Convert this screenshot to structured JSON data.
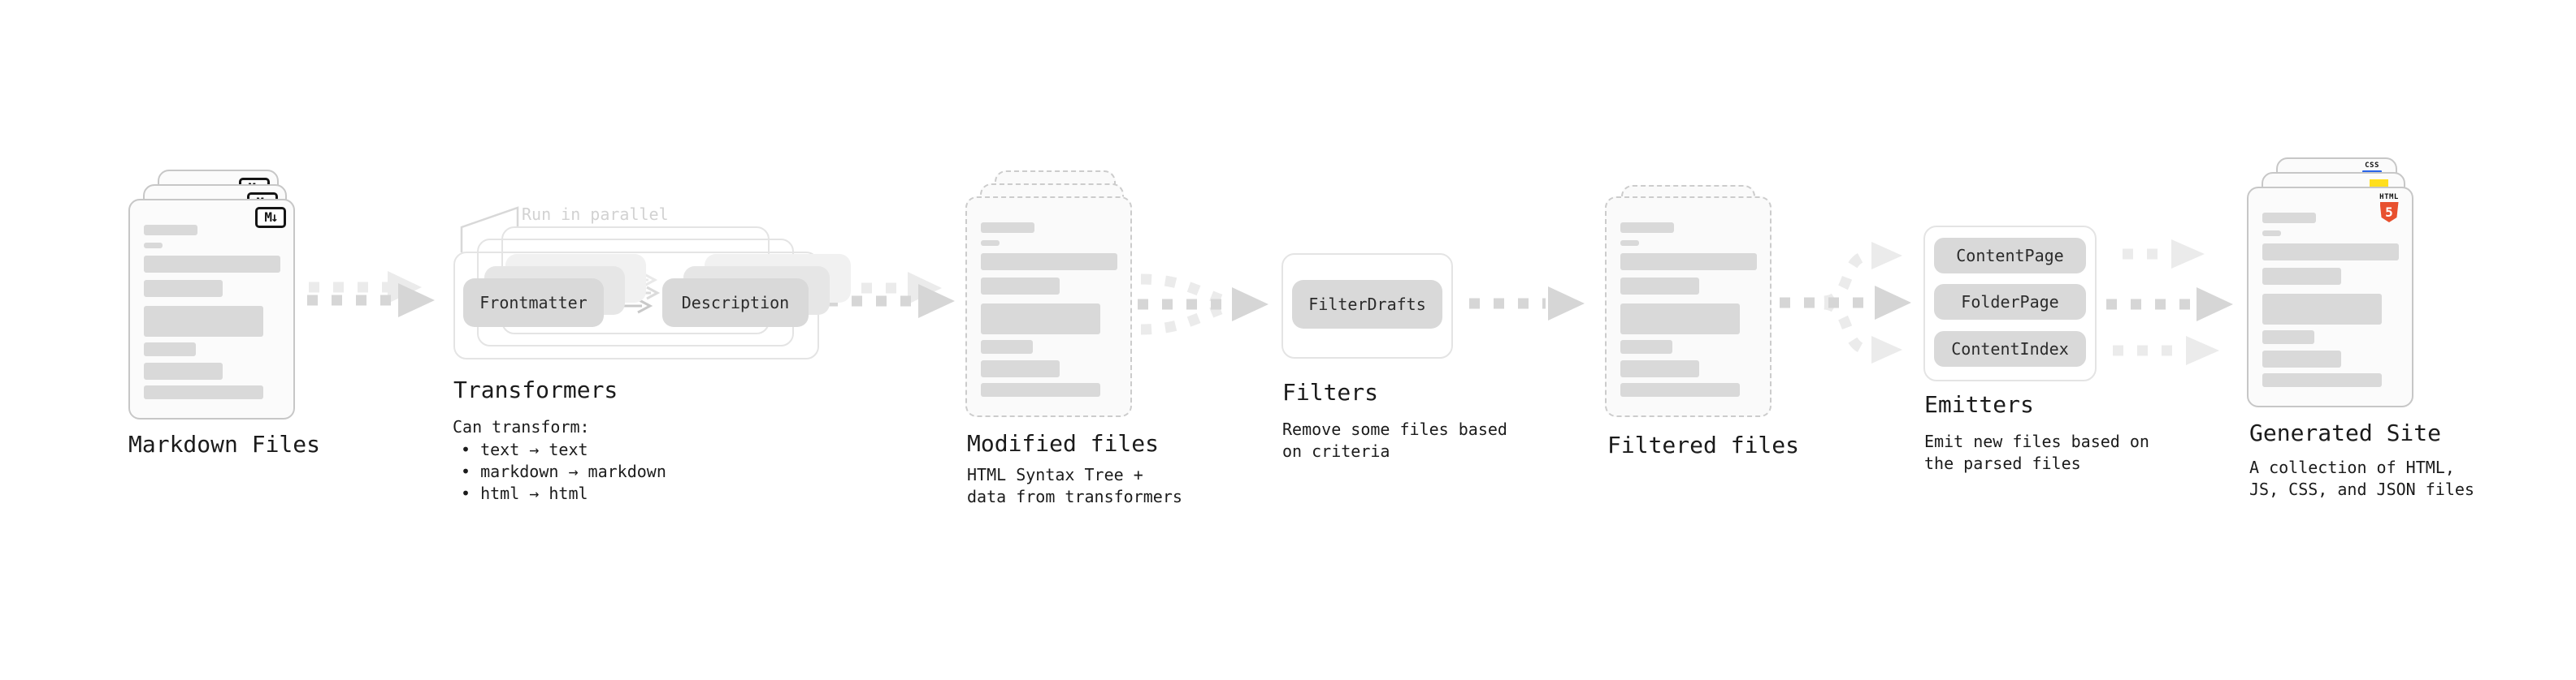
{
  "colors": {
    "background": "#ffffff",
    "card_border": "#c7c7c7",
    "dashed_border": "#cccccc",
    "placeholder_bar": "#d9d9d9",
    "pill_bg": "#d9d9d9",
    "container_border": "#e4e4e4",
    "arrow": "#d6d6d6",
    "arrow_light": "#ebebeb",
    "text": "#1b1b1b",
    "annotation_text": "#d2d2d2",
    "html5_orange": "#e8502e",
    "js_yellow": "#ffdf1e",
    "css_blue": "#2964e8"
  },
  "nodes": {
    "markdown_files": {
      "label": "Markdown Files",
      "icon_label": "M↓"
    },
    "transformers": {
      "label": "Transformers",
      "annotation": "Run in parallel",
      "pills": [
        "Frontmatter",
        "Description"
      ],
      "description_title": "Can transform:",
      "bullets": [
        "text → text",
        "markdown → markdown",
        "html → html"
      ]
    },
    "modified_files": {
      "label": "Modified files",
      "description_lines": [
        "HTML Syntax Tree +",
        "data from transformers"
      ]
    },
    "filters": {
      "label": "Filters",
      "pills": [
        "FilterDrafts"
      ],
      "description_lines": [
        "Remove some files based",
        "on criteria"
      ]
    },
    "filtered_files": {
      "label": "Filtered files"
    },
    "emitters": {
      "label": "Emitters",
      "pills": [
        "ContentPage",
        "FolderPage",
        "ContentIndex"
      ],
      "description_lines": [
        "Emit new files based on",
        "the parsed files"
      ]
    },
    "generated_site": {
      "label": "Generated Site",
      "description_lines": [
        "A collection of HTML,",
        "JS, CSS, and JSON files"
      ],
      "badges": {
        "html_label": "HTML",
        "html_number": "5",
        "css_label": "CSS"
      }
    }
  }
}
